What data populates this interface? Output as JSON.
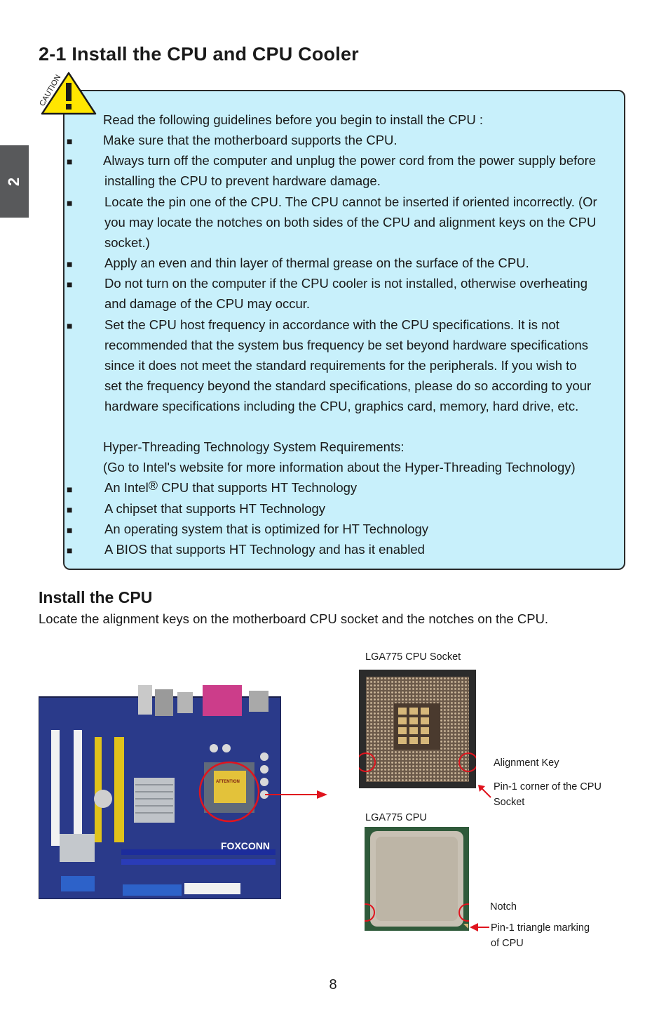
{
  "page": {
    "title": "2-1 Install the CPU and CPU Cooler",
    "chapter_tab": "2",
    "page_number": "8"
  },
  "caution": {
    "icon_label": "CAUTION",
    "intro": "Read the following guidelines before you begin to install the CPU :",
    "bullet_1": "Make sure that the motherboard supports the CPU.",
    "bullet_2_l1": "Always turn off the computer and unplug the power cord from the power supply before",
    "bullet_2_l2": "installing the CPU to prevent hardware damage.",
    "bullet_3_l1": "Locate the pin one of the CPU. The CPU cannot be inserted if oriented incorrectly. (Or",
    "bullet_3_l2": "you may locate the notches on both sides of the CPU and alignment keys on the CPU",
    "bullet_3_l3": "socket.)",
    "bullet_4": "Apply an even and thin layer of thermal grease on the surface of the CPU.",
    "bullet_5_l1": "Do not turn on the computer if the CPU cooler is not installed, otherwise overheating",
    "bullet_5_l2": "and damage of the CPU may occur.",
    "bullet_6_l1": "Set the CPU host frequency in accordance with the CPU specifications. It is not",
    "bullet_6_l2": "recommended that the system bus frequency be set beyond hardware specifications",
    "bullet_6_l3": "since it does not meet the standard requirements for the peripherals. If you wish to",
    "bullet_6_l4": "set the frequency beyond the standard specifications, please do so according to your",
    "bullet_6_l5": "hardware specifications including the CPU, graphics card, memory, hard drive, etc.",
    "ht_title": "Hyper-Threading Technology System Requirements:",
    "ht_note": "(Go to Intel's website for more information about the Hyper-Threading Technology)",
    "ht_1_pre": "An Intel",
    "ht_1_reg": "®",
    "ht_1_post": " CPU that supports HT Technology",
    "ht_2": "A chipset that supports HT Technology",
    "ht_3": "An operating system that is optimized for HT Technology",
    "ht_4": "A BIOS that supports HT Technology and has it enabled",
    "bullet_glyph": "■"
  },
  "install": {
    "heading": "Install the CPU",
    "description": "Locate the alignment keys on the motherboard CPU socket and the notches on the CPU."
  },
  "figure": {
    "socket_title": "LGA775 CPU Socket",
    "alignment_key": "Alignment Key",
    "pin1_socket_l1": "Pin-1 corner of the CPU",
    "pin1_socket_l2": "Socket",
    "cpu_title": "LGA775 CPU",
    "notch": "Notch",
    "pin1_cpu_l1": "Pin-1 triangle marking",
    "pin1_cpu_l2": "of CPU",
    "board_brand": "FOXCONN",
    "sticker_text": "ATTENTION"
  },
  "colors": {
    "caution_bg": "#c8f0fb",
    "caution_triangle": "#ffe600",
    "highlight_red": "#e0141e",
    "chapter_tab": "#58595b",
    "board_blue": "#2a3a8a"
  }
}
